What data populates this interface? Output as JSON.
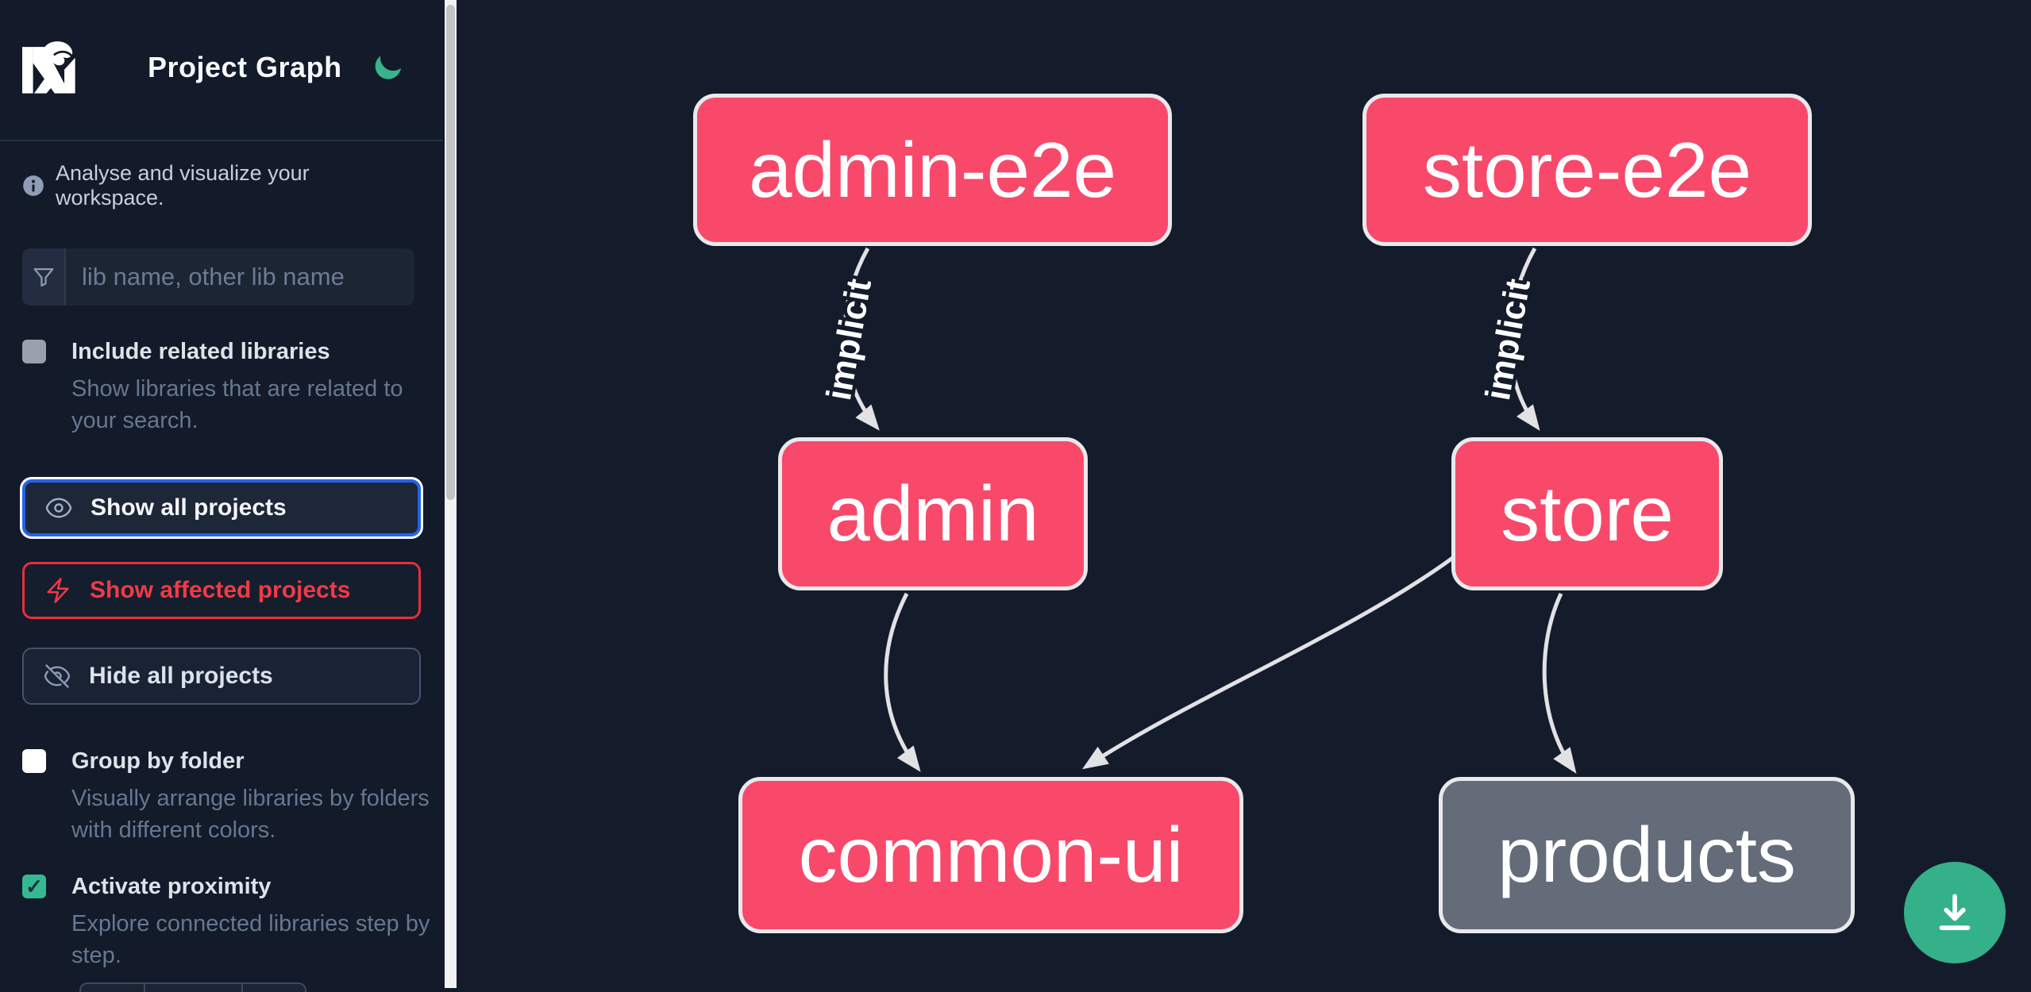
{
  "header": {
    "title": "Project Graph"
  },
  "sidebar": {
    "tagline": "Analyse and visualize your workspace.",
    "search": {
      "placeholder": "lib name, other lib name",
      "value": ""
    },
    "checkboxes": [
      {
        "label": "Include related libraries",
        "description": "Show libraries that are related to your search.",
        "checked": false
      },
      {
        "label": "Group by folder",
        "description": "Visually arrange libraries by folders with different colors.",
        "checked": false
      },
      {
        "label": "Activate proximity",
        "description": "Explore connected libraries step by step.",
        "checked": true,
        "check_glyph": "✓"
      }
    ],
    "buttons": [
      {
        "label": "Show all projects",
        "icon": "eye-icon",
        "state": "focused"
      },
      {
        "label": "Show affected projects",
        "icon": "bolt-icon",
        "state": "default"
      },
      {
        "label": "Hide all projects",
        "icon": "eye-slash-icon",
        "state": "default"
      }
    ]
  },
  "graph": {
    "nodes": [
      {
        "id": "admin-e2e",
        "label": "admin-e2e",
        "color": "pink"
      },
      {
        "id": "store-e2e",
        "label": "store-e2e",
        "color": "pink"
      },
      {
        "id": "admin",
        "label": "admin",
        "color": "pink"
      },
      {
        "id": "store",
        "label": "store",
        "color": "pink"
      },
      {
        "id": "common-ui",
        "label": "common-ui",
        "color": "pink"
      },
      {
        "id": "products",
        "label": "products",
        "color": "gray"
      }
    ],
    "edges": [
      {
        "source": "admin-e2e",
        "target": "admin",
        "label": "implicit"
      },
      {
        "source": "store-e2e",
        "target": "store",
        "label": "implicit"
      },
      {
        "source": "admin",
        "target": "common-ui",
        "label": ""
      },
      {
        "source": "store",
        "target": "common-ui",
        "label": ""
      },
      {
        "source": "store",
        "target": "products",
        "label": ""
      }
    ]
  },
  "colors": {
    "background": "#141c2b",
    "node_pink": "#f8496b",
    "node_gray": "#646c7a",
    "node_border": "#e9e9ec",
    "edge": "#e2e2e5",
    "accent_green": "#35b991",
    "accent_blue": "#2563eb",
    "accent_red": "#e5303e",
    "download_green": "#34b189"
  }
}
